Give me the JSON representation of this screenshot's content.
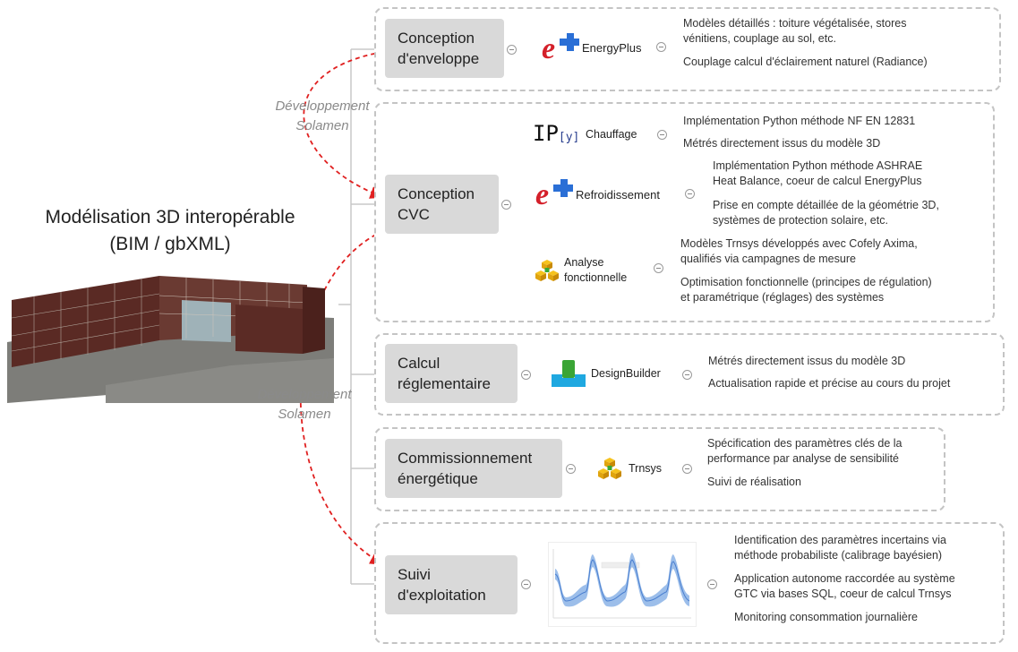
{
  "main_title": [
    "Modélisation 3D interopérable",
    "(BIM / gbXML)"
  ],
  "annotations": {
    "dev1": [
      "Développement",
      "Solamen"
    ],
    "dev2": [
      "Développement",
      "Solamen"
    ]
  },
  "colors": {
    "arrow": "#e02020",
    "category_bg": "#d9d9d9",
    "border": "#c4c4c4",
    "energyplus_red": "#d4202a",
    "energyplus_blue": "#2a6fd6",
    "designbuilder_green": "#3aa535",
    "designbuilder_blue": "#1fa8e0"
  },
  "groups": [
    {
      "category": [
        "Conception",
        "d'enveloppe"
      ],
      "tools": [
        {
          "icon": "energyplus-icon",
          "label": "EnergyPlus",
          "notes": [
            [
              "Modèles détaillés : toiture végétalisée, stores",
              "vénitiens, couplage au sol, etc."
            ],
            [
              "Couplage calcul d'éclairement naturel (Radiance)"
            ]
          ]
        }
      ]
    },
    {
      "category": [
        "Conception",
        "CVC"
      ],
      "tools": [
        {
          "icon": "ipython-icon",
          "logo_text": "IP",
          "logo_sub": "[y]",
          "label": "Chauffage",
          "notes": [
            [
              "Implémentation Python méthode NF EN 12831"
            ],
            [
              "Métrés directement issus du modèle 3D"
            ]
          ]
        },
        {
          "icon": "energyplus-icon",
          "label": "Refroidissement",
          "notes": [
            [
              "Implémentation Python méthode ASHRAE",
              "Heat Balance, coeur de calcul EnergyPlus"
            ],
            [
              "Prise en compte détaillée de la géométrie 3D,",
              "systèmes de protection solaire, etc."
            ]
          ]
        },
        {
          "icon": "trnsys-icon",
          "label": [
            "Analyse",
            "fonctionnelle"
          ],
          "notes": [
            [
              "Modèles Trnsys développés avec Cofely Axima,",
              "qualifiés via campagnes de mesure"
            ],
            [
              "Optimisation fonctionnelle (principes de régulation)",
              "et paramétrique (réglages) des systèmes"
            ]
          ]
        }
      ]
    },
    {
      "category": [
        "Calcul",
        "réglementaire"
      ],
      "tools": [
        {
          "icon": "designbuilder-icon",
          "label": "DesignBuilder",
          "notes": [
            [
              "Métrés directement issus du modèle 3D"
            ],
            [
              "Actualisation rapide et précise au cours du projet"
            ]
          ]
        }
      ]
    },
    {
      "category": [
        "Commissionnement",
        "énergétique"
      ],
      "tools": [
        {
          "icon": "trnsys-icon",
          "label": "Trnsys",
          "notes": [
            [
              "Spécification des paramètres clés de la",
              "performance par analyse de sensibilité"
            ],
            [
              "Suivi de réalisation"
            ]
          ]
        }
      ]
    },
    {
      "category": [
        "Suivi",
        "d'exploitation"
      ],
      "tools": [
        {
          "icon": "monitoring-chart-icon",
          "label": "",
          "notes": [
            [
              "Identification des paramètres incertains via",
              "méthode probabiliste (calibrage bayésien)"
            ],
            [
              "Application autonome raccordée au système",
              "GTC via bases SQL, coeur de calcul Trnsys"
            ],
            [
              "Monitoring consommation journalière"
            ]
          ]
        }
      ]
    }
  ]
}
